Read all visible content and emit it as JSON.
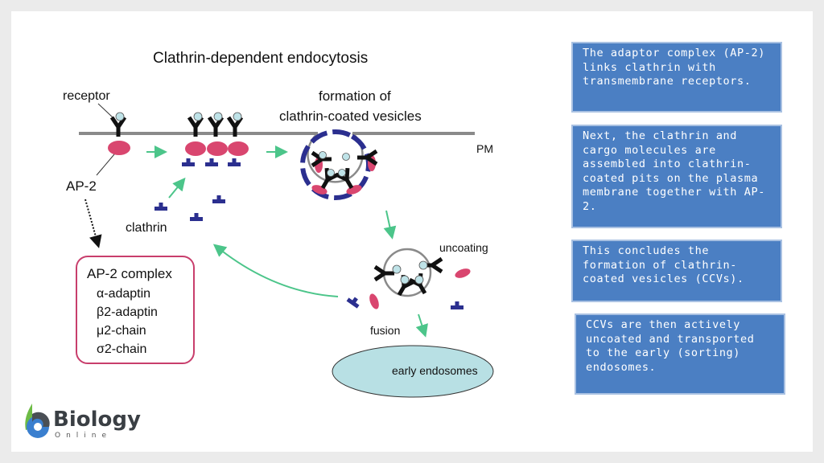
{
  "title": "Clathrin-dependent endocytosis",
  "labels": {
    "receptor": "receptor",
    "ap2": "AP-2",
    "formation_line1": "formation of",
    "formation_line2": "clathrin-coated vesicles",
    "pm": "PM",
    "clathrin": "clathrin",
    "uncoating": "uncoating",
    "fusion": "fusion",
    "early_endosomes": "early endosomes"
  },
  "ap2_complex": {
    "title": "AP-2 complex",
    "items": [
      "α-adaptin",
      "β2-adaptin",
      "μ2-chain",
      "σ2-chain"
    ]
  },
  "info_boxes": [
    "The adaptor complex (AP-2) links clathrin with transmembrane receptors.",
    "Next, the clathrin and cargo molecules are assembled into clathrin-coated pits on the plasma membrane together with AP-2.",
    "This concludes the formation of clathrin-coated vesicles (CCVs).",
    "CCVs are then actively uncoated and transported to the early (sorting) endosomes."
  ],
  "logo": {
    "name": "Biology",
    "sub": "Online"
  },
  "colors": {
    "membrane": "#8a8a8a",
    "ap2": "#d9466f",
    "clathrin": "#2b2f8f",
    "ligand": "#bfe3e8",
    "arrow": "#4cc58a",
    "box": "#4b7fc3",
    "endosome": "#b8e0e4"
  }
}
